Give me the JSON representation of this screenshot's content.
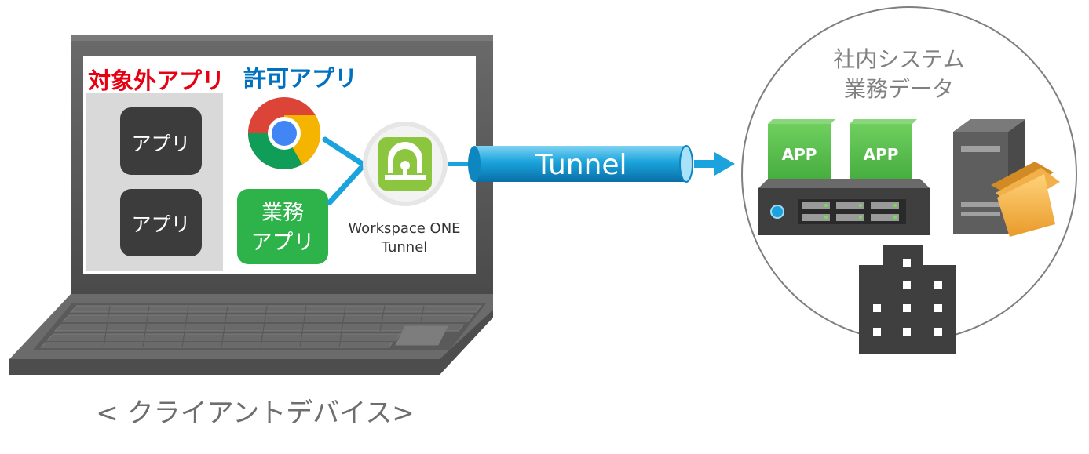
{
  "client": {
    "excluded_title": "対象外アプリ",
    "allowed_title": "許可アプリ",
    "app_label_1": "アプリ",
    "app_label_2": "アプリ",
    "business_app_line1": "業務",
    "business_app_line2": "アプリ",
    "tunnel_app_line1": "Workspace ONE",
    "tunnel_app_line2": "Tunnel",
    "caption": "< クライアントデバイス>"
  },
  "tunnel": {
    "label": "Tunnel"
  },
  "corporate": {
    "title_line1": "社内システム",
    "title_line2": "業務データ",
    "app_box_1": "APP",
    "app_box_2": "APP"
  },
  "colors": {
    "excluded_title": "#e60012",
    "allowed_title": "#0070c0",
    "tunnel": "#1aa3dc",
    "business_app": "#2db34a",
    "app_box": "#5bbf4e"
  },
  "icons": {
    "chrome": "chrome-icon",
    "tunnel_app": "lock-icon",
    "server": "server-icon",
    "folder": "folder-icon",
    "building": "building-icon"
  }
}
